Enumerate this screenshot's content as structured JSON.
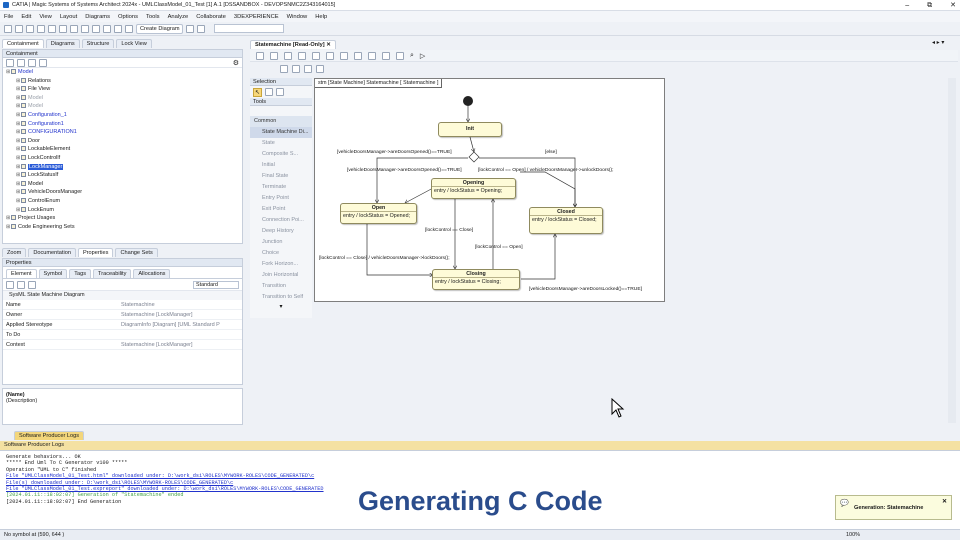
{
  "window": {
    "title": "CATIA | Magic Systems of Systems Architect 2024x - UMLClassModel_01_Test [1] A.1 [DSSANDBOX - DEVOPSNMC2Z343164015]",
    "controls": [
      "–",
      "⧉",
      "✕"
    ]
  },
  "menu": [
    "File",
    "Edit",
    "View",
    "Layout",
    "Diagrams",
    "Options",
    "Tools",
    "Analyze",
    "Collaborate",
    "3DEXPERIENCE",
    "Window",
    "Help"
  ],
  "toolbar": {
    "create_diagram": "Create Diagram"
  },
  "left_tabs": [
    "Containment",
    "Diagrams",
    "Structure",
    "Lock View"
  ],
  "containment": {
    "header": "Containment",
    "items": [
      {
        "label": "Model",
        "level": 0,
        "style": "blue"
      },
      {
        "label": "Relations",
        "level": 1,
        "style": "normal"
      },
      {
        "label": "File View",
        "level": 1,
        "style": "normal"
      },
      {
        "label": "Model",
        "level": 1,
        "style": "gray"
      },
      {
        "label": "Model",
        "level": 1,
        "style": "gray"
      },
      {
        "label": "Configuration_1",
        "level": 1,
        "style": "blue"
      },
      {
        "label": "Configuration1",
        "level": 1,
        "style": "blue"
      },
      {
        "label": "CONFIGURATION1",
        "level": 1,
        "style": "blue"
      },
      {
        "label": "Door",
        "level": 1,
        "style": "normal"
      },
      {
        "label": "LockableElement",
        "level": 1,
        "style": "normal"
      },
      {
        "label": "LockControllf",
        "level": 1,
        "style": "normal"
      },
      {
        "label": "LockManager",
        "level": 1,
        "style": "sel"
      },
      {
        "label": "LockStatusIf",
        "level": 1,
        "style": "normal"
      },
      {
        "label": "Model",
        "level": 1,
        "style": "normal"
      },
      {
        "label": "VehicleDoorsManager",
        "level": 1,
        "style": "normal"
      },
      {
        "label": "ControlEnum",
        "level": 1,
        "style": "normal"
      },
      {
        "label": "LockEnum",
        "level": 1,
        "style": "normal"
      },
      {
        "label": "Project Usages",
        "level": 0,
        "style": "normal"
      },
      {
        "label": "Code Engineering Sets",
        "level": 0,
        "style": "normal"
      }
    ]
  },
  "mid_tabs": [
    "Zoom",
    "Documentation",
    "Properties",
    "Change Sets"
  ],
  "properties": {
    "header": "Properties",
    "tabs": [
      "Element",
      "Symbol",
      "Tags",
      "Traceability",
      "Allocations"
    ],
    "mode": "Standard",
    "section": "SysML State Machine Diagram",
    "rows": [
      {
        "k": "Name",
        "v": "Statemachine"
      },
      {
        "k": "Owner",
        "v": "Statemachine [LockManager]"
      },
      {
        "k": "Applied Stereotype",
        "v": "DiagramInfo [Diagram] [UML Standard P"
      },
      {
        "k": "To Do",
        "v": ""
      },
      {
        "k": "Context",
        "v": "Statemachine [LockManager]"
      }
    ],
    "desc_name": "(Name)",
    "desc_text": "(Description)"
  },
  "diagram_tab": "Statemachine [Read-Only]",
  "palette": {
    "selection": "Selection",
    "tools": "Tools",
    "common": "Common",
    "items": [
      "State Machine Di...",
      "State",
      "Composite S...",
      "Initial",
      "Final State",
      "Terminate",
      "Entry Point",
      "Exit Point",
      "Connection Poi...",
      "Deep History",
      "Junction",
      "Choice",
      "Fork Horizon...",
      "Join Horizontal",
      "Transition",
      "Transition to Self"
    ]
  },
  "diagram": {
    "frame": "stm [State Machine] Statemachine [ Statemachine ]",
    "states": {
      "init": {
        "name": "Init",
        "body": ""
      },
      "opening": {
        "name": "Opening",
        "body": "entry / lockStatus = Opening;"
      },
      "open": {
        "name": "Open",
        "body": "entry / lockStatus = Opened;"
      },
      "closed": {
        "name": "Closed",
        "body": "entry / lockStatus = Closed;"
      },
      "closing": {
        "name": "Closing",
        "body": "entry / lockStatus = Closing;"
      }
    },
    "labels": {
      "t1": "[vehicleDoorsManager->areDoorsOpened()==TRUE]",
      "t2": "[else]",
      "t3": "[vehicleDoorsManager->areDoorsOpened()==TRUE]",
      "t4": "[lockControl == Open] / vehicleDoorsManager->unlockDoors();",
      "t5": "[lockControl == Close]",
      "t6": "[lockControl == Open]",
      "t7": "[lockControl == Close] / vehicleDoorsManager->lockDoors();",
      "t8": "[vehicleDoorsManager->areDoorsLocked()==TRUE]"
    }
  },
  "logs": {
    "tab": "Software Producer Logs",
    "header": "Software Producer Logs",
    "lines": [
      {
        "t": "Generate behaviors... OK",
        "c": ""
      },
      {
        "t": "***** End Uml To C Generator v100 *****",
        "c": ""
      },
      {
        "t": "Operation \"UML to C\" finished",
        "c": ""
      },
      {
        "t": "File \"UMLClassModel_01_Test.html\" downloaded under: D:\\work_dsi\\ROLES\\MYWORK-ROLES\\CODE_GENERATED\\c",
        "c": "link"
      },
      {
        "t": "File(s) downloaded under: D:\\work_dsi\\ROLES\\MYWORK-ROLES\\CODE_GENERATED\\c",
        "c": "link"
      },
      {
        "t": "File \"UMLClassModel_01_Test.expreport\" downloaded under: D:\\work_dsi\\ROLES\\MYWORK-ROLES\\CODE_GENERATED",
        "c": "link"
      },
      {
        "t": "[2024.01.11::18:02:07] Generation of \"Statemachine\" ended",
        "c": "green"
      },
      {
        "t": "[2024.01.11::18:02:07] End Generation",
        "c": ""
      }
    ]
  },
  "caption": "Generating C Code",
  "notification": "Generation: Statemachine",
  "status": {
    "left": "No symbol at (590, 644 )",
    "zoom": "100%"
  }
}
